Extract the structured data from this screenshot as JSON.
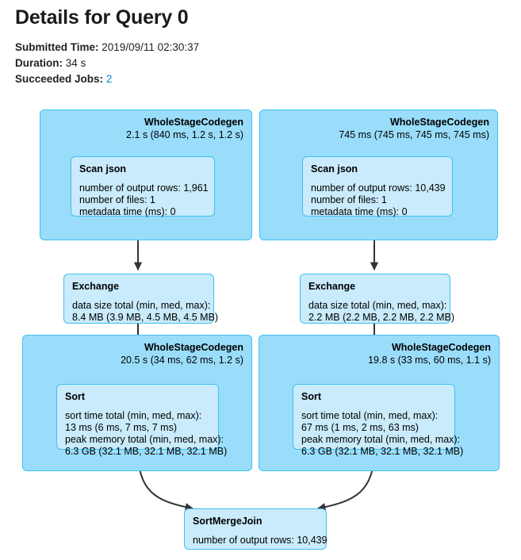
{
  "page": {
    "title": "Details for Query 0"
  },
  "meta": {
    "submitted_label": "Submitted Time:",
    "submitted_value": "2019/09/11 02:30:37",
    "duration_label": "Duration:",
    "duration_value": "34 s",
    "jobs_label": "Succeeded Jobs:",
    "jobs_value": "2"
  },
  "graph": {
    "clusters": [
      {
        "id": "wsc-top-left",
        "name": "WholeStageCodegen",
        "metric": "2.1 s (840 ms, 1.2 s, 1.2 s)"
      },
      {
        "id": "wsc-top-right",
        "name": "WholeStageCodegen",
        "metric": "745 ms (745 ms, 745 ms, 745 ms)"
      },
      {
        "id": "wsc-bottom-left",
        "name": "WholeStageCodegen",
        "metric": "20.5 s (34 ms, 62 ms, 1.2 s)"
      },
      {
        "id": "wsc-bottom-right",
        "name": "WholeStageCodegen",
        "metric": "19.8 s (33 ms, 60 ms, 1.1 s)"
      }
    ],
    "nodes": [
      {
        "id": "scan-left",
        "title": "Scan json",
        "metrics": "number of output rows: 1,961\nnumber of files: 1\nmetadata time (ms): 0"
      },
      {
        "id": "scan-right",
        "title": "Scan json",
        "metrics": "number of output rows: 10,439\nnumber of files: 1\nmetadata time (ms): 0"
      },
      {
        "id": "exchange-left",
        "title": "Exchange",
        "metrics": "data size total (min, med, max):\n8.4 MB (3.9 MB, 4.5 MB, 4.5 MB)"
      },
      {
        "id": "exchange-right",
        "title": "Exchange",
        "metrics": "data size total (min, med, max):\n2.2 MB (2.2 MB, 2.2 MB, 2.2 MB)"
      },
      {
        "id": "sort-left",
        "title": "Sort",
        "metrics": "sort time total (min, med, max):\n13 ms (6 ms, 7 ms, 7 ms)\npeak memory total (min, med, max):\n6.3 GB (32.1 MB, 32.1 MB, 32.1 MB)"
      },
      {
        "id": "sort-right",
        "title": "Sort",
        "metrics": "sort time total (min, med, max):\n67 ms (1 ms, 2 ms, 63 ms)\npeak memory total (min, med, max):\n6.3 GB (32.1 MB, 32.1 MB, 32.1 MB)"
      },
      {
        "id": "sortmergejoin",
        "title": "SortMergeJoin",
        "metrics": "number of output rows: 10,439"
      }
    ]
  },
  "colors": {
    "cluster_fill": "#9addfb",
    "node_fill": "#c9ebfb",
    "node_border": "#3ec1f0",
    "edge": "#333333",
    "link": "#0088cc"
  }
}
